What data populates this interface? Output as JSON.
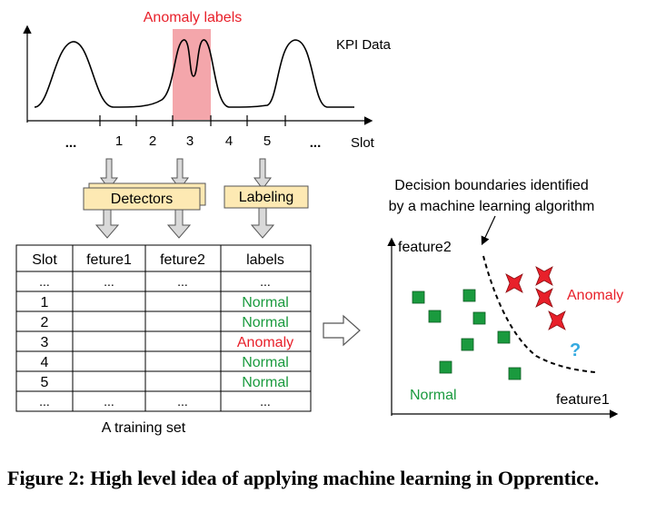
{
  "top_chart": {
    "anomaly_label": "Anomaly labels",
    "kpi_label": "KPI Data",
    "axis_label": "Slot",
    "ticks": [
      "...",
      "1",
      "2",
      "3",
      "4",
      "5",
      "..."
    ]
  },
  "process": {
    "detectors": "Detectors",
    "labeling": "Labeling"
  },
  "training_set": {
    "headers": [
      "Slot",
      "feture1",
      "feture2",
      "labels"
    ],
    "rows": [
      [
        "...",
        "...",
        "...",
        "..."
      ],
      [
        "1",
        "",
        "",
        "Normal"
      ],
      [
        "2",
        "",
        "",
        "Normal"
      ],
      [
        "3",
        "",
        "",
        "Anomaly"
      ],
      [
        "4",
        "",
        "",
        "Normal"
      ],
      [
        "5",
        "",
        "",
        "Normal"
      ],
      [
        "...",
        "...",
        "...",
        "..."
      ]
    ],
    "caption": "A training set"
  },
  "scatter": {
    "boundary_note_line1": "Decision boundaries identified",
    "boundary_note_line2": "by a machine learning algorithm",
    "ylabel": "feature2",
    "xlabel": "feature1",
    "normal_label": "Normal",
    "anomaly_label": "Anomaly",
    "unknown": "?"
  },
  "colors": {
    "anomaly": "#e8202a",
    "normal": "#1a9a3e",
    "highlight": "#f4a6ab",
    "box_fill": "#fde9b3",
    "arrow_fill": "#d9d9d9",
    "question": "#33a9e0"
  },
  "figure_caption": "Figure 2:  High level idea of applying machine learning in Opprentice."
}
